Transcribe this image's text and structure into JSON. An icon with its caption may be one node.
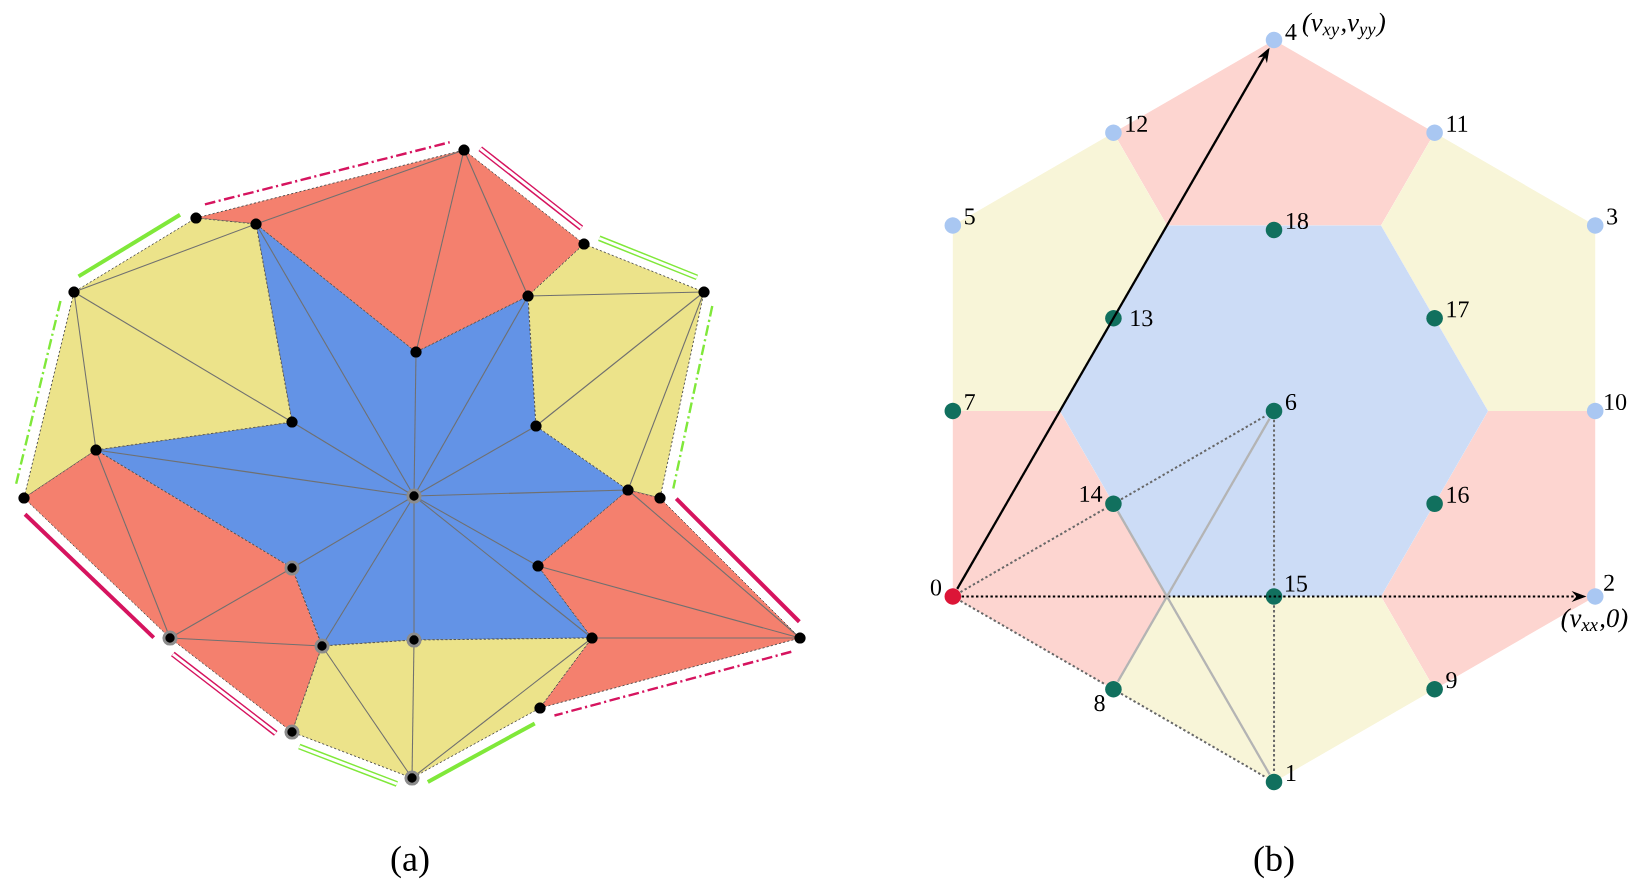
{
  "diagram": {
    "nodes": [
      {
        "text": [],
        "shape": "circle",
        "beside": [
          "0"
        ]
      },
      {
        "text": [],
        "shape": "circle",
        "beside": [
          "1"
        ]
      },
      {
        "text": [],
        "shape": "circle",
        "beside": [
          "2",
          "(v$_{xx}$,0)"
        ]
      },
      {
        "text": [],
        "shape": "circle",
        "beside": [
          "3"
        ]
      },
      {
        "text": [],
        "shape": "circle",
        "beside": [
          "4",
          "(v$_{xy}$,v$_{yy}$)"
        ]
      },
      {
        "text": [],
        "shape": "circle",
        "beside": [
          "5"
        ]
      },
      {
        "text": [],
        "shape": "circle",
        "beside": [
          "6"
        ]
      },
      {
        "text": [],
        "shape": "circle",
        "beside": [
          "7"
        ]
      },
      {
        "text": [],
        "shape": "circle",
        "beside": [
          "8"
        ]
      },
      {
        "text": [],
        "shape": "circle",
        "beside": [
          "9"
        ]
      },
      {
        "text": [],
        "shape": "circle",
        "beside": [
          "10"
        ]
      },
      {
        "text": [],
        "shape": "circle",
        "beside": [
          "11"
        ]
      },
      {
        "text": [],
        "shape": "circle",
        "beside": [
          "12"
        ]
      },
      {
        "text": [],
        "shape": "circle",
        "beside": [
          "13"
        ]
      },
      {
        "text": [],
        "shape": "circle",
        "beside": [
          "14"
        ]
      },
      {
        "text": [],
        "shape": "circle",
        "beside": [
          "15"
        ]
      },
      {
        "text": [],
        "shape": "circle",
        "beside": [
          "16"
        ]
      },
      {
        "text": [],
        "shape": "circle",
        "beside": [
          "17"
        ]
      },
      {
        "text": [],
        "shape": "circle",
        "beside": [
          "18"
        ]
      }
    ],
    "edges": [
      {
        "from": 0,
        "to": 4,
        "arrow": "to",
        "color": "#000000"
      },
      {
        "from": 0,
        "to": 2,
        "arrow": "to",
        "style": "dashed",
        "color": "#000000"
      },
      {
        "from": 0,
        "to": 14,
        "arrow": "none",
        "style": "dashed"
      },
      {
        "from": 14,
        "to": 6,
        "arrow": "none",
        "style": "dashed"
      },
      {
        "from": 0,
        "to": 8,
        "arrow": "none",
        "style": "dashed"
      },
      {
        "from": 8,
        "to": 1,
        "arrow": "none",
        "style": "dashed"
      },
      {
        "from": 6,
        "to": 15,
        "arrow": "none",
        "style": "dashed"
      },
      {
        "from": 15,
        "to": 1,
        "arrow": "none",
        "style": "dashed"
      },
      {
        "from": 6,
        "to": 8,
        "arrow": "none",
        "color": "#b4b4b4"
      },
      {
        "from": 14,
        "to": 1,
        "arrow": "none",
        "color": "#b4b4b4"
      }
    ],
    "labels": [
      "(a)",
      "(b)"
    ]
  }
}
